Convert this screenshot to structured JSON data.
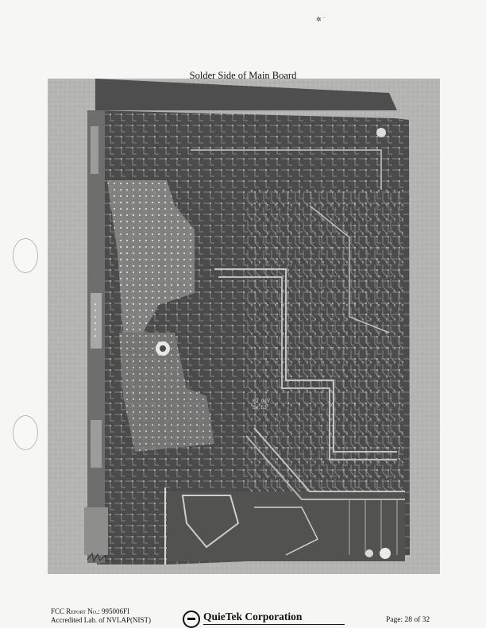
{
  "document": {
    "caption": "Solder Side of Main Board",
    "photo_alt": "Photograph of the solder side of the main board"
  },
  "footer": {
    "report_label": "FCC Report No.:",
    "report_number": "995006FI",
    "accreditation": "Accredited Lab. of NVLAP(NIST)",
    "company": "QuieTek Corporation",
    "page_label": "Page: 28 of 32"
  },
  "page": {
    "current": 28,
    "total": 32
  }
}
